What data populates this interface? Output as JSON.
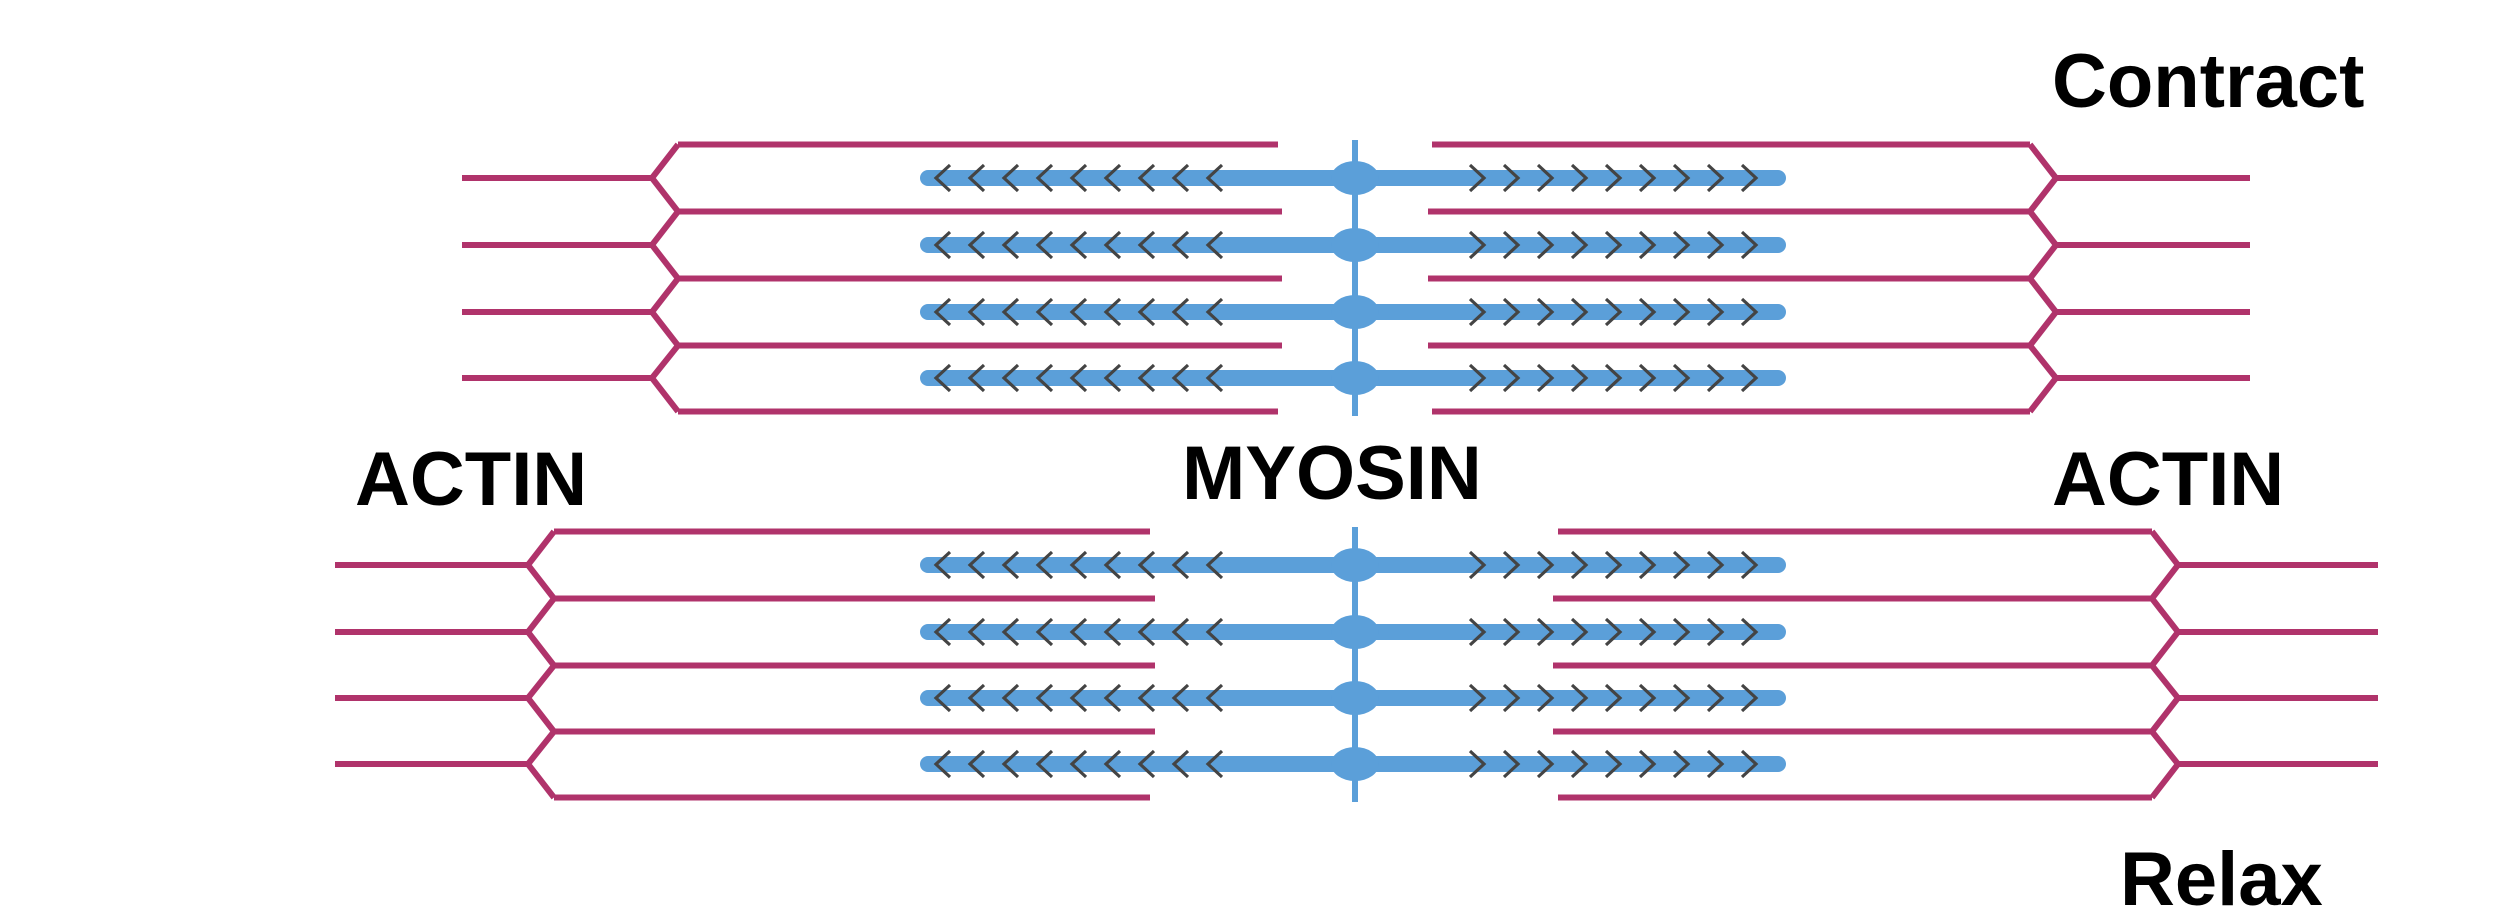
{
  "labels": {
    "contract": "Contract",
    "actin_left": "ACTIN",
    "myosin": "MYOSIN",
    "actin_right": "ACTIN",
    "relax": "Relax"
  },
  "colors": {
    "actin": "#b0336b",
    "myosin": "#5b9fd9",
    "head": "#444444",
    "background": "#ffffff"
  },
  "panels": [
    {
      "name": "contracted-sarcomere",
      "state": "Contract",
      "filaments": 4
    },
    {
      "name": "relaxed-sarcomere",
      "state": "Relax",
      "filaments": 4
    }
  ]
}
